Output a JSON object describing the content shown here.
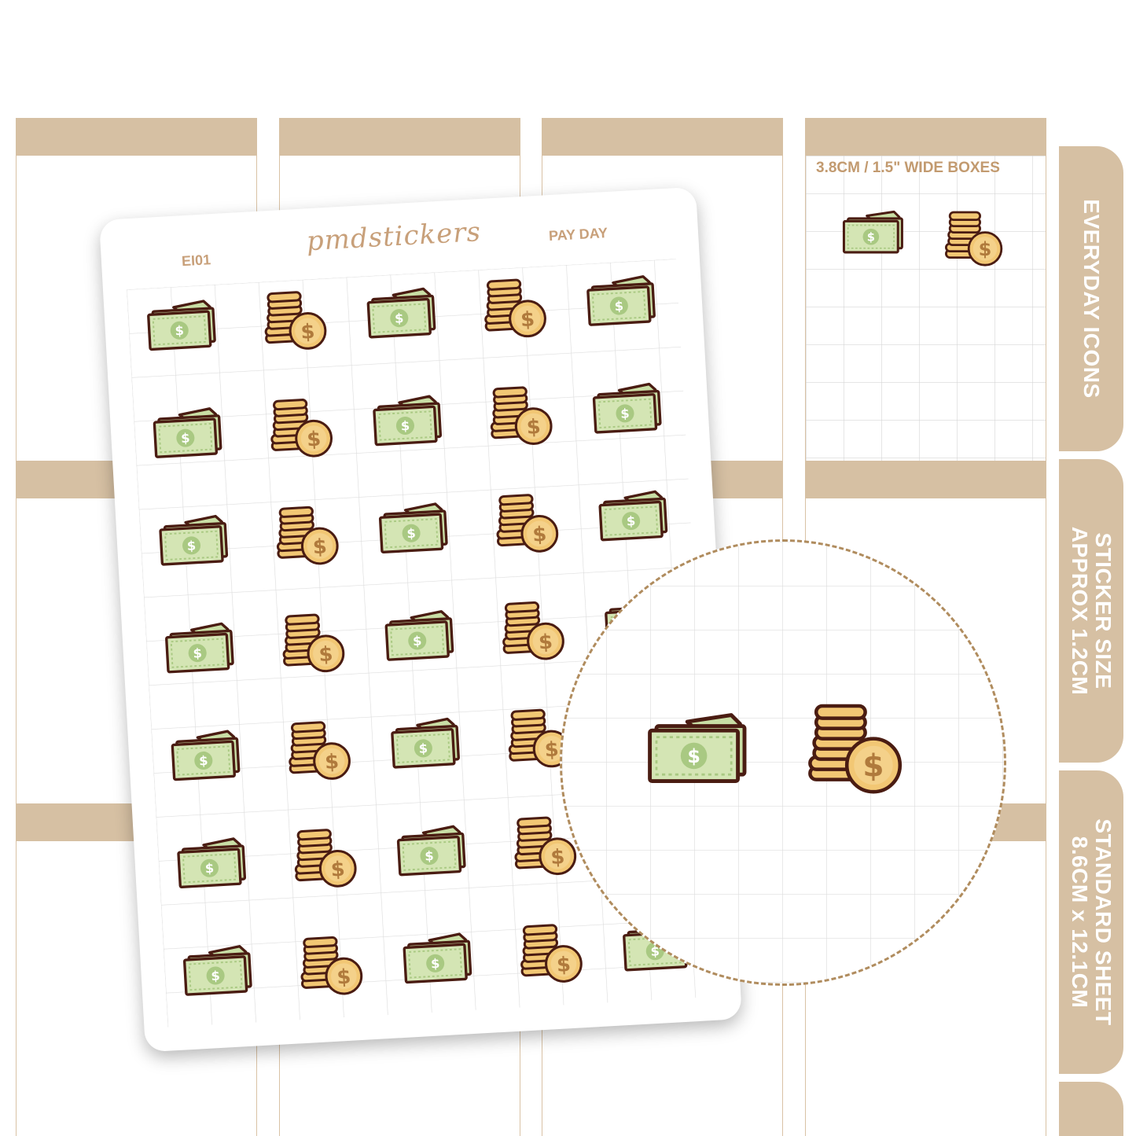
{
  "sheet": {
    "code": "EI01",
    "brand": "pmdstickers",
    "title": "PAY DAY"
  },
  "planner": {
    "wide_boxes_label": "3.8CM / 1.5\" WIDE BOXES"
  },
  "tabs": [
    {
      "label": "EVERYDAY ICONS"
    },
    {
      "label": "STICKER SIZE\nAPPROX 1.2CM"
    },
    {
      "label": "STANDARD SHEET\n8.6CM x 12.1CM"
    }
  ],
  "stickers": {
    "rows": 7,
    "columns": 5,
    "pattern": [
      "cash-icon",
      "coin-stack-icon",
      "cash-icon",
      "coin-stack-icon",
      "cash-icon"
    ]
  },
  "colors": {
    "band": "#d6c0a3",
    "label_brown": "#c29a6f",
    "bill_green": "#d4e5b4",
    "bill_green_dark": "#b7d190",
    "coin_gold": "#f2c774",
    "outline": "#4a1c12"
  }
}
